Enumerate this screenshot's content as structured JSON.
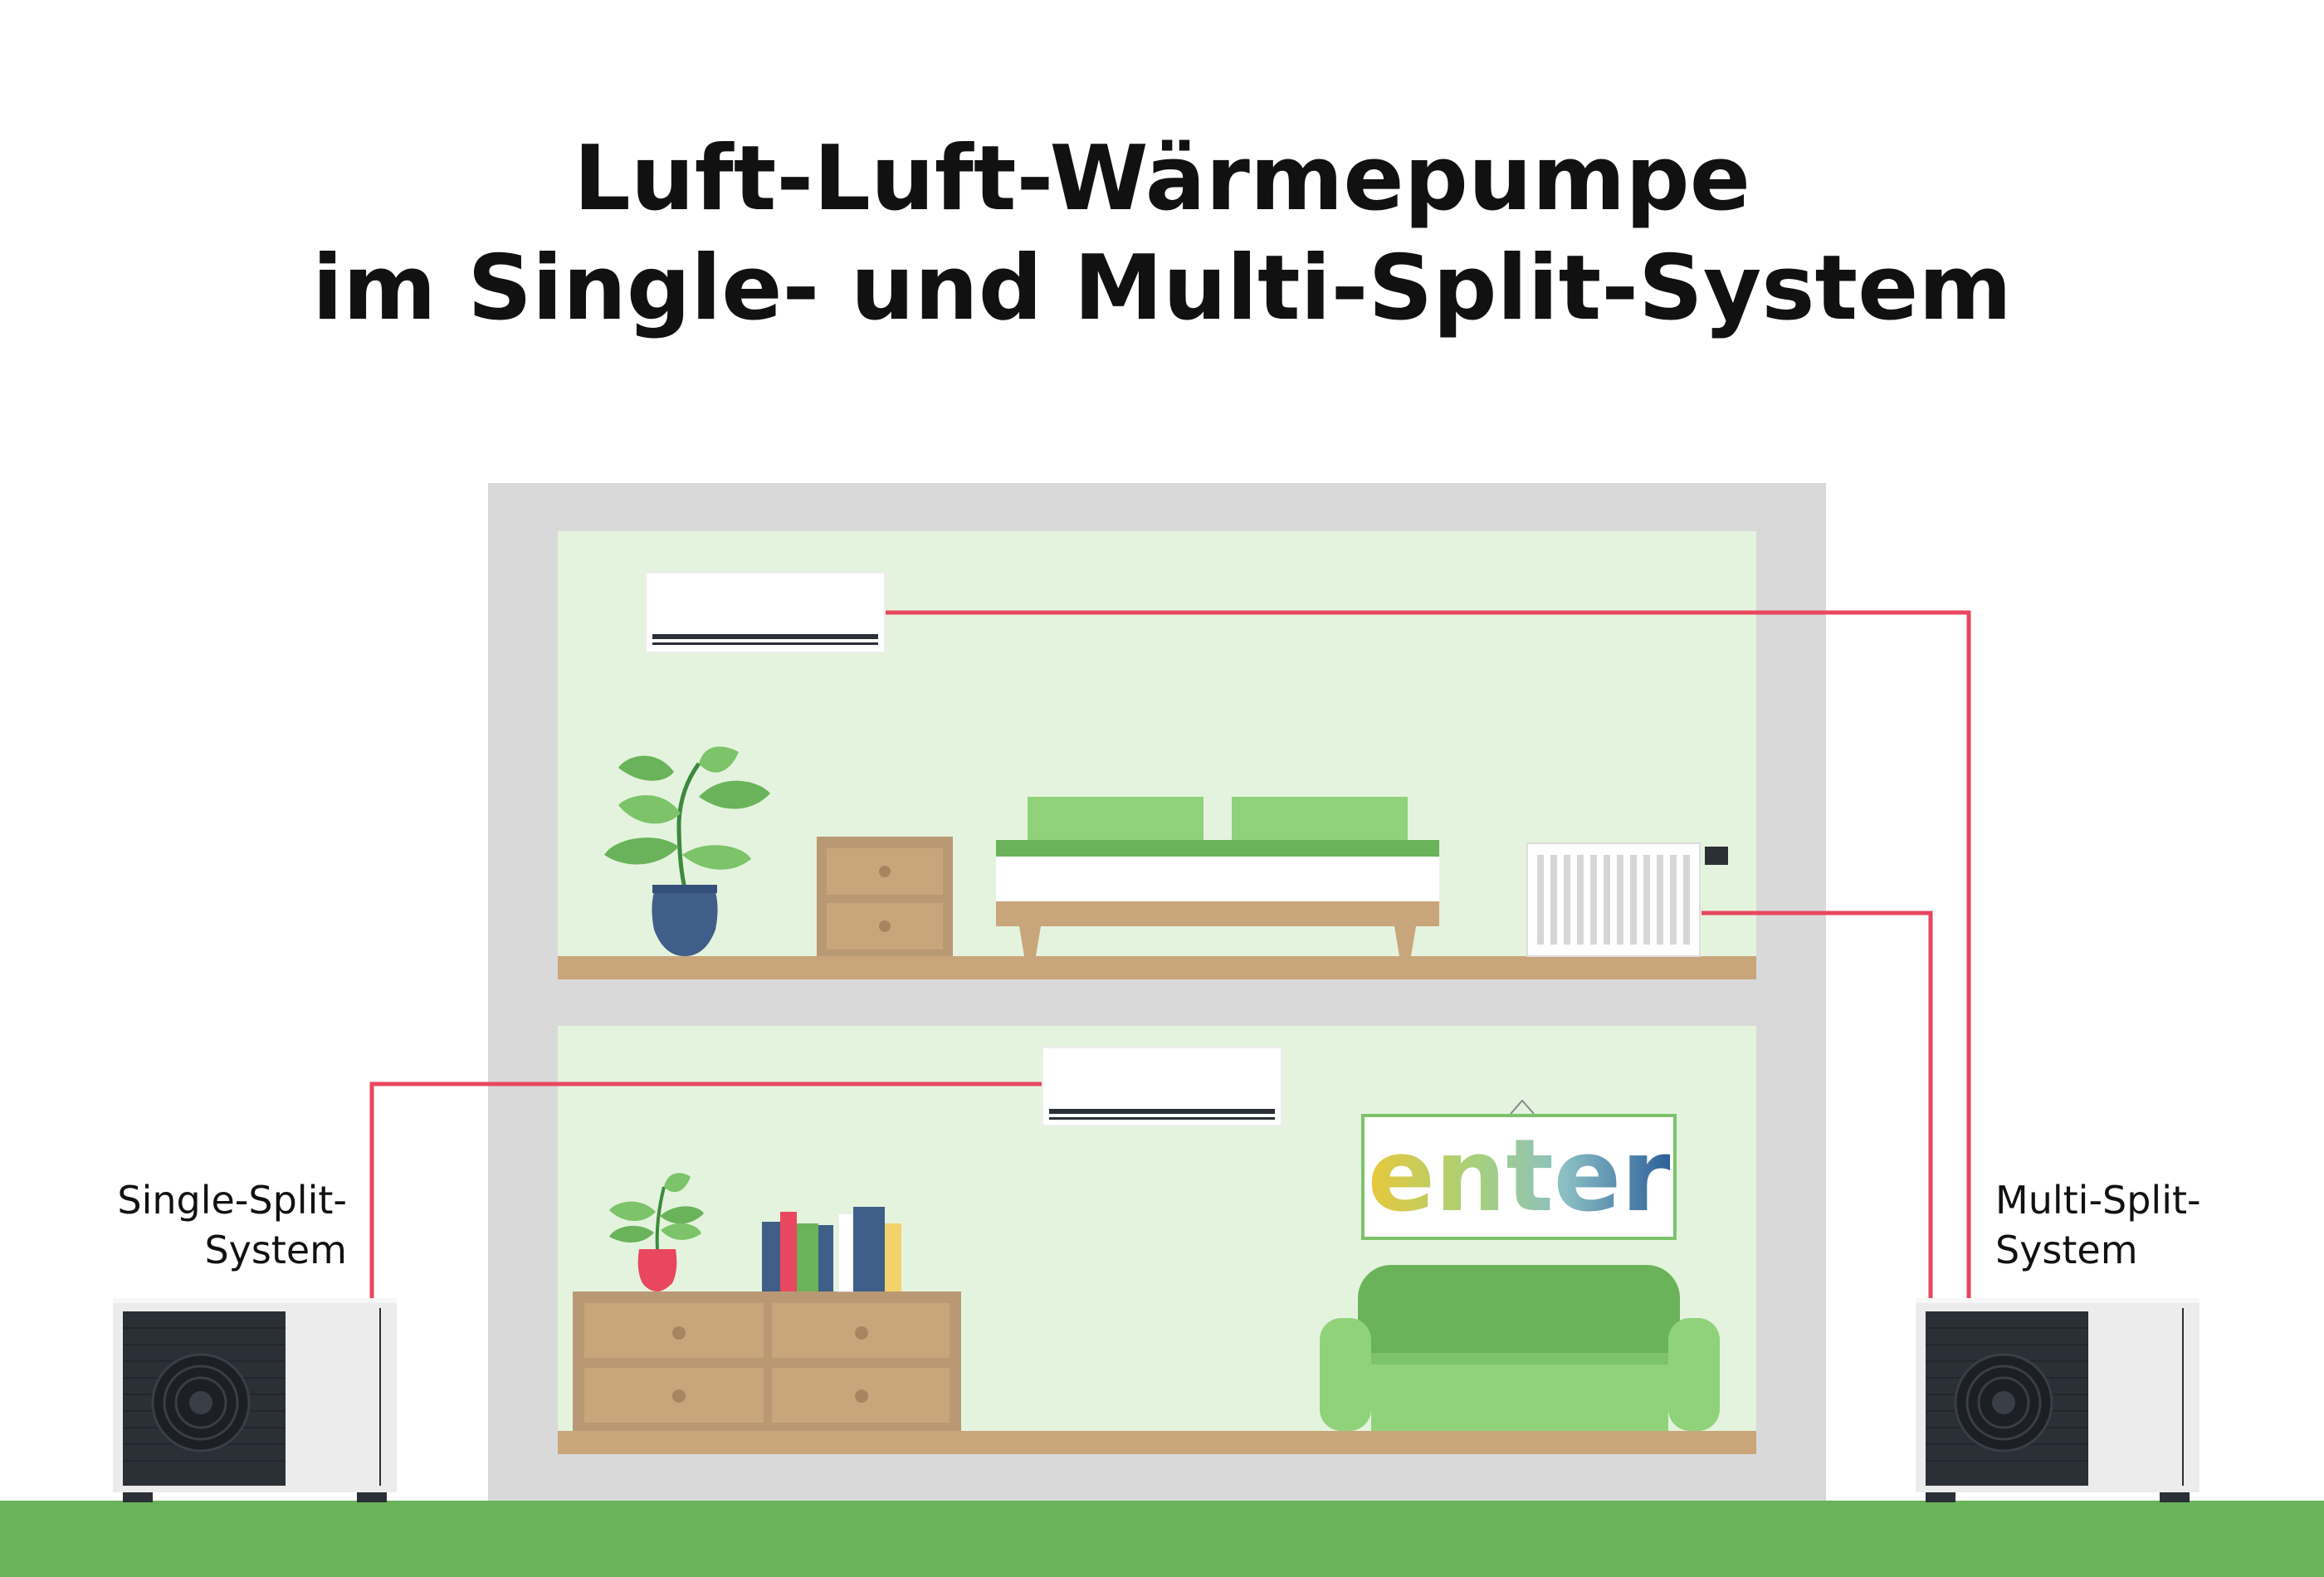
{
  "title": {
    "line1": "Luft-Luft-Wärmepumpe",
    "line2": "im Single- und Multi-Split-System"
  },
  "labels": {
    "single_line1": "Single-Split-",
    "single_line2": "System",
    "multi_line1": "Multi-Split-",
    "multi_line2": "System"
  },
  "sign": {
    "text": "enter"
  },
  "colors": {
    "wall": "#d9d9d9",
    "room": "#e4f3de",
    "floor": "#c9a57b",
    "pipe": "#e8475f",
    "ground": "#6ab35a",
    "green_light": "#90d27a",
    "green_dark": "#6ab35a",
    "vase": "#3f5e88",
    "unit_dark": "#2b2f36",
    "unit_light": "#ececec"
  },
  "icons": [
    "outdoor-heatpump-icon",
    "indoor-ac-unit-icon",
    "radiator-icon",
    "bed-icon",
    "plant-icon",
    "nightstand-icon",
    "dresser-icon",
    "books-icon",
    "sofa-icon",
    "picture-frame-icon"
  ]
}
